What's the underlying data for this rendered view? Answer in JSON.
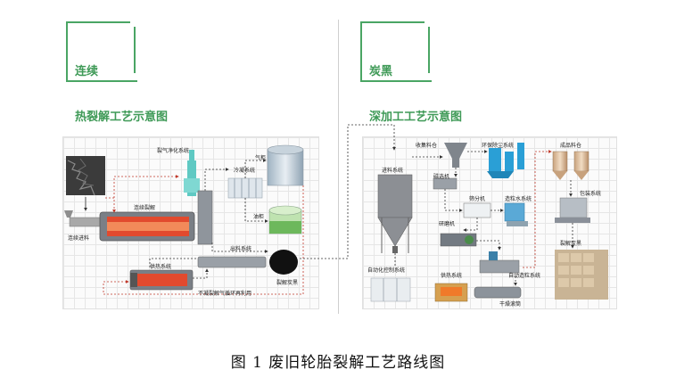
{
  "left_panel": {
    "title_line1": "连续",
    "title_line2": "热裂解工艺示意图",
    "labels": {
      "feed": "连续进料",
      "pyrolysis": "连续裂解",
      "gas_purify": "裂气净化系统",
      "condense": "冷凝系统",
      "gas_tank": "气柜",
      "oil_tank": "油柜",
      "discharge": "出料系统",
      "heating": "供热系统",
      "recycle": "不凝裂解气循环再利用",
      "carbon": "裂解炭黑"
    }
  },
  "right_panel": {
    "title_line1": "炭黑",
    "title_line2": "深加工工艺示意图",
    "labels": {
      "collect": "收集料仓",
      "dust": "环保除尘系统",
      "silo": "进料系统",
      "magnet": "磁选机",
      "classifier": "筛分机",
      "water": "造粒水系统",
      "grind": "研磨机",
      "control": "自动化控制系统",
      "heat": "供热系统",
      "pelletize": "自动造粒系统",
      "dryer": "干燥滚筒",
      "product_bin": "成品料仓",
      "packing": "包装系统",
      "product": "裂解炭黑"
    }
  },
  "caption": "图 1    废旧轮胎裂解工艺路线图",
  "colors": {
    "accent": "#4aa564",
    "red": "#c0392b",
    "teal": "#5fc9c3"
  }
}
